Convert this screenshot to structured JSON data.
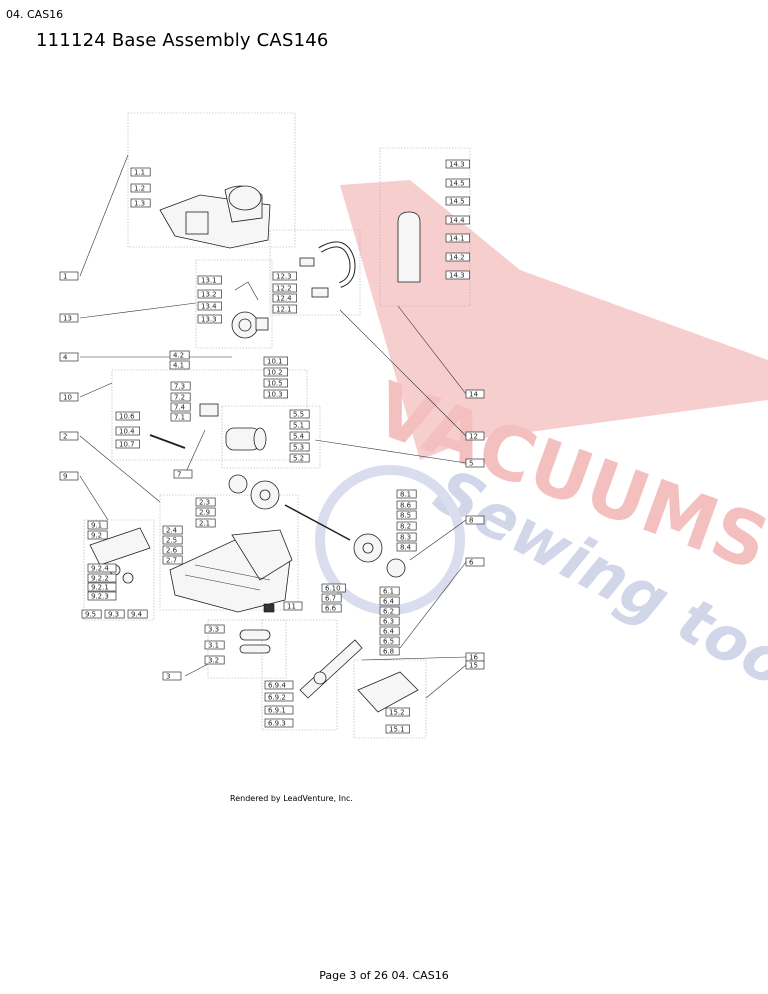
{
  "header": {
    "section": "04. CAS16",
    "title": "111124 Base Assembly CAS146"
  },
  "credit": "Rendered by LeadVenture, Inc.",
  "footer": {
    "text": "Page 3 of 26 04. CAS16"
  },
  "watermark": {
    "line1": "VACUUMS",
    "line2": "Sewing too",
    "colors": {
      "line1": "#f3b5b5",
      "line2": "#c9cfe6"
    }
  },
  "callouts": {
    "main": [
      "1",
      "13",
      "4",
      "10",
      "2",
      "9",
      "7",
      "3",
      "11",
      "14",
      "12",
      "5",
      "8",
      "6",
      "16",
      "15"
    ],
    "g1": [
      "1.1",
      "1.2",
      "1.3"
    ],
    "g13": [
      "13.1",
      "13.2",
      "13.4",
      "13.3"
    ],
    "g12": [
      "12.3",
      "12.2",
      "12.4",
      "12.1"
    ],
    "g14": [
      "14.3",
      "14.5",
      "14.5",
      "14.4",
      "14.1",
      "14.2",
      "14.3"
    ],
    "g4": [
      "4.2",
      "4.1"
    ],
    "g10": [
      "10.1",
      "10.2",
      "10.5",
      "10.3",
      "10.6",
      "10.4",
      "10.7"
    ],
    "g7": [
      "7.3",
      "7.2",
      "7.4",
      "7.1"
    ],
    "g5": [
      "5.5",
      "5.1",
      "5.4",
      "5.3",
      "5.2"
    ],
    "g2": [
      "2.3",
      "2.9",
      "2.1",
      "2.4",
      "2.5",
      "2.6",
      "2.7"
    ],
    "g9": [
      "9.1",
      "9.2",
      "9.2.4",
      "9.2.2",
      "9.2.1",
      "9.2.3",
      "9.5",
      "9.3",
      "9.4"
    ],
    "g8": [
      "8.1",
      "8.6",
      "8.5",
      "8.2",
      "8.3",
      "8.4"
    ],
    "g6": [
      "6.10",
      "6.7",
      "6.6",
      "6.1",
      "6.4",
      "6.2",
      "6.3",
      "6.4",
      "6.5",
      "6.8",
      "6.9.4",
      "6.9.2",
      "6.9.1",
      "6.9.3"
    ],
    "g3": [
      "3.3",
      "3.1",
      "3.2"
    ],
    "g15": [
      "15.2",
      "15.1"
    ]
  }
}
